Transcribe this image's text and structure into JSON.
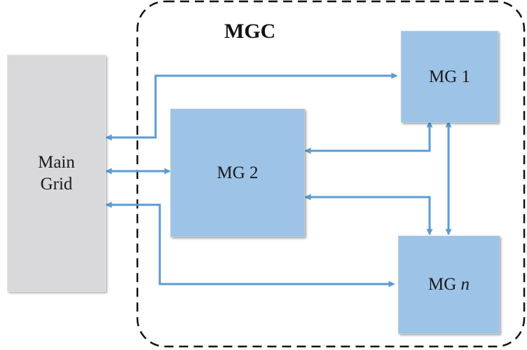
{
  "title": "MGC",
  "main_grid": {
    "line1": "Main",
    "line2": "Grid"
  },
  "mg1": {
    "label": "MG 1"
  },
  "mg2": {
    "label": "MG 2"
  },
  "mgn": {
    "prefix": "MG ",
    "suffix": "n"
  },
  "colors": {
    "microgrid_fill": "#9dc3e6",
    "main_grid_fill": "#d9d9db",
    "arrow": "#5b9bd5",
    "boundary": "#111111"
  }
}
